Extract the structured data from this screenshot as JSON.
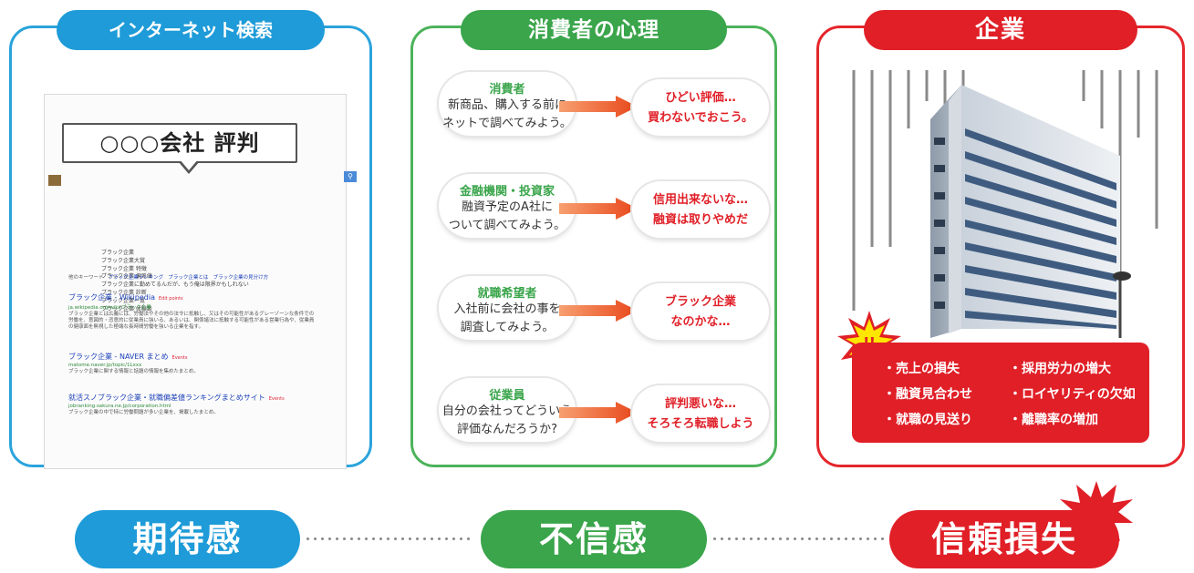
{
  "panels": {
    "search": {
      "title": "インターネット検索",
      "query": "○○○会社 評判",
      "suggestions": [
        "ブラック企業",
        "ブラック企業大賞",
        "ブラック企業 特徴",
        "ブラック企業 偏差値",
        "ブラック企業に勤めてるんだが、もう俺は限界かもしれない",
        "ブラック企業 診断",
        "ブラック企業一覧",
        "ブラック企業 体験談"
      ],
      "related_label": "他のキーワード",
      "related": [
        "ブラック企業ランキング",
        "ブラック企業とは",
        "ブラック企業の見分け方"
      ],
      "results": [
        {
          "title": "ブラック企業 - Wikipedia",
          "tag": "Edit points",
          "url": "ja.wikipedia.org/wiki/ブラック企業",
          "snippet": "ブラック企業とは広義には、労働法やその他の法令に抵触し、又はその可能性があるグレーゾーンな条件での労働を、意図的・恣意的に従業員に強いる、あるいは、関係諸法に抵触する可能性がある営業行為や、従業員の健康面を無視した極端な長時間労働を強いる企業を指す。"
        },
        {
          "title": "ブラック企業 - NAVER まとめ",
          "tag": "Events",
          "url": "matome.naver.jp/topic/1Lxxx",
          "snippet": "ブラック企業に関する情報と話題の情報を集めたまとめ。"
        },
        {
          "title": "就活スノブラック企業・就職偏差値ランキングまとめサイト",
          "tag": "Events",
          "url": "jobranking.sakura.ne.jp/corporation.html",
          "snippet": "ブラック企業の中で特に労働問題が多い企業を、掲載したまとめ。"
        }
      ]
    },
    "psychology": {
      "title": "消費者の心理",
      "rows": [
        {
          "role": "消費者",
          "thought": [
            "新商品、購入する前に",
            "ネットで調べてみよう。"
          ],
          "reaction": [
            "ひどい評価…",
            "買わないでおこう。"
          ]
        },
        {
          "role": "金融機関・投資家",
          "thought": [
            "融資予定のA社に",
            "ついて調べてみよう。"
          ],
          "reaction": [
            "信用出来ないな…",
            "融資は取りやめだ"
          ]
        },
        {
          "role": "就職希望者",
          "thought": [
            "入社前に会社の事を",
            "調査してみよう。"
          ],
          "reaction": [
            "ブラック企業",
            "なのかな…"
          ]
        },
        {
          "role": "従業員",
          "thought": [
            "自分の会社ってどういう",
            "評価なんだろうか?"
          ],
          "reaction": [
            "評判悪いな…",
            "そろそろ転職しよう"
          ]
        }
      ]
    },
    "company": {
      "title": "企業",
      "alert": "!!",
      "impacts_left": [
        "・売上の損失",
        "・融資見合わせ",
        "・就職の見送り"
      ],
      "impacts_right": [
        "・採用労力の増大",
        "・ロイヤリティの欠如",
        "・離職率の増加"
      ]
    }
  },
  "stages": [
    "期待感",
    "不信感",
    "信頼損失"
  ],
  "colors": {
    "blue": "#1e9bd8",
    "green": "#3aa54b",
    "red": "#e01f27",
    "arrow": "#f05a24"
  }
}
